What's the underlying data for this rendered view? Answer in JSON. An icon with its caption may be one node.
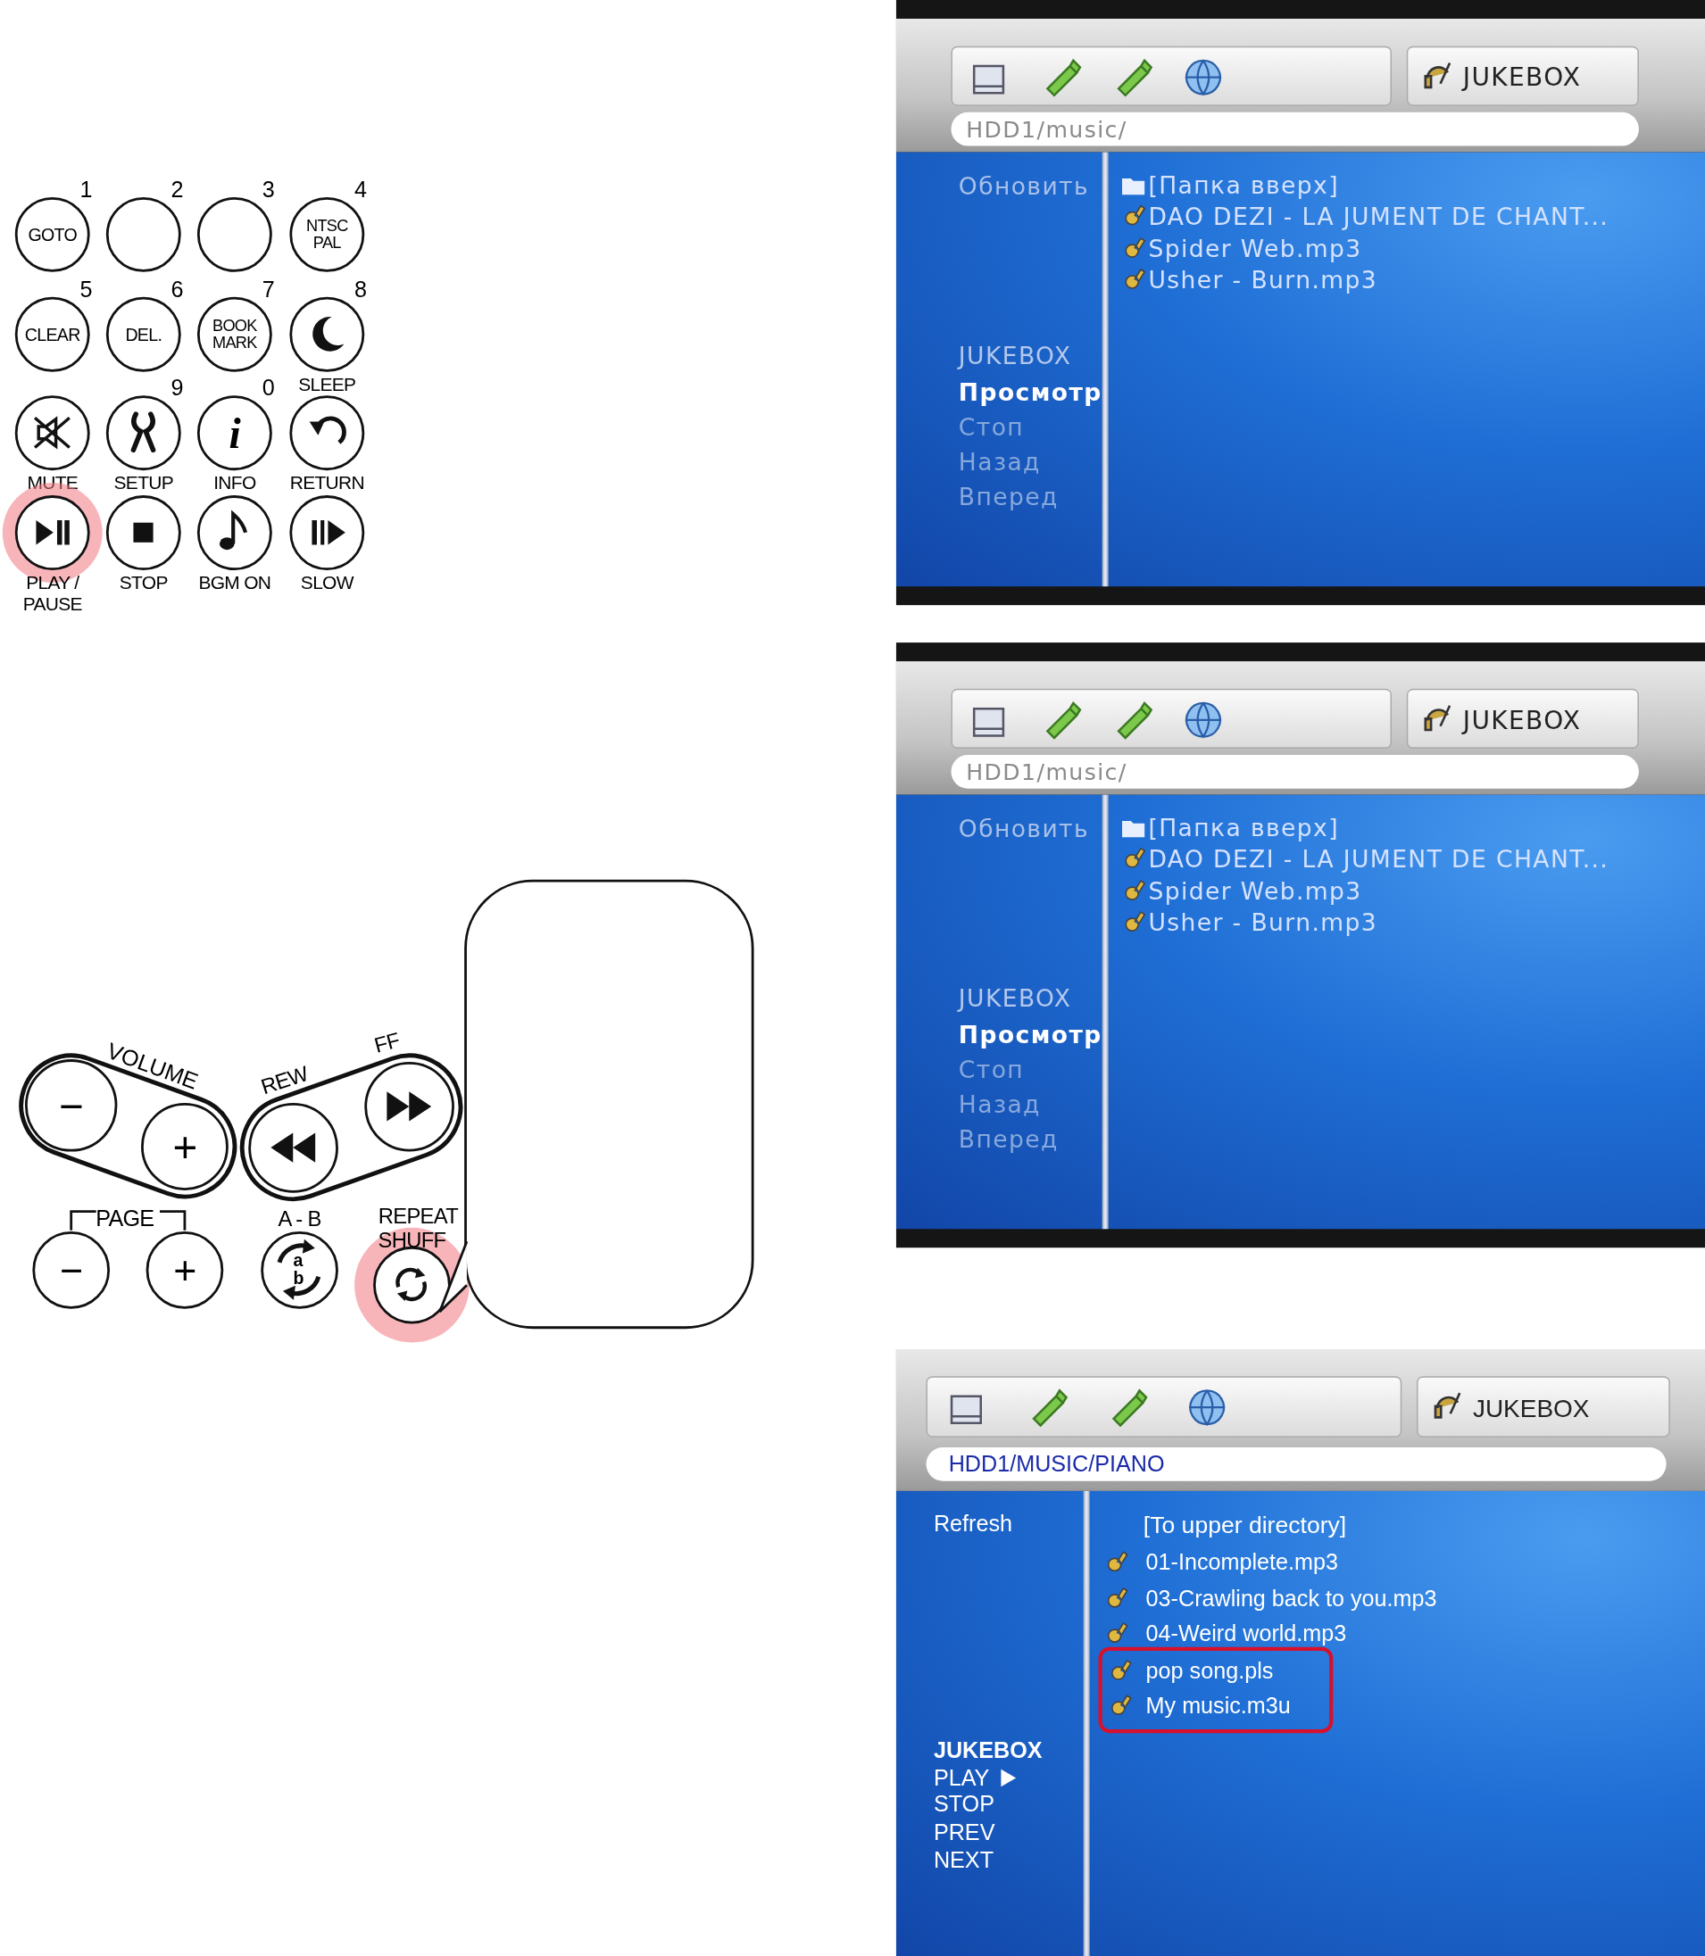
{
  "diagram": {
    "nodes": [
      {
        "text": [
          "GOTO"
        ],
        "beside": [
          "1"
        ]
      },
      {
        "text": [],
        "shape": "circle",
        "beside": [
          "2"
        ]
      },
      {
        "text": [],
        "shape": "circle",
        "beside": [
          "3"
        ]
      },
      {
        "text": [
          "NTSC PAL"
        ],
        "beside": [
          "4"
        ]
      },
      {
        "text": [
          "CLEAR"
        ],
        "beside": [
          "5"
        ]
      },
      {
        "text": [
          "DEL."
        ],
        "beside": [
          "6"
        ]
      },
      {
        "text": [
          "BOOK MARK"
        ],
        "beside": [
          "7"
        ]
      },
      {
        "text": [],
        "shape": "circle",
        "beside": [
          "8",
          "SLEEP"
        ]
      },
      {
        "text": [],
        "shape": "circle",
        "beside": [
          "MUTE"
        ]
      },
      {
        "text": [],
        "shape": "circle",
        "beside": [
          "9",
          "SETUP"
        ]
      },
      {
        "text": [
          "i"
        ],
        "beside": [
          "0",
          "INFO"
        ]
      },
      {
        "text": [],
        "shape": "circle",
        "beside": [
          "RETURN"
        ]
      },
      {
        "text": [],
        "shape": "circle",
        "beside": [
          "PLAY / PAUSE"
        ]
      },
      {
        "text": [],
        "shape": "circle",
        "beside": [
          "STOP"
        ]
      },
      {
        "text": [],
        "shape": "circle",
        "beside": [
          "BGM ON"
        ]
      },
      {
        "text": [],
        "shape": "circle",
        "beside": [
          "SLOW"
        ]
      },
      {
        "text": [
          "VOLUME"
        ]
      },
      {
        "text": [
          "−"
        ],
        "in": 16
      },
      {
        "text": [
          "+"
        ],
        "in": 16
      },
      {
        "text": [],
        "shape": "capsule"
      },
      {
        "text": [],
        "shape": "circle",
        "in": 19,
        "beside": [
          "REW"
        ]
      },
      {
        "text": [],
        "shape": "circle",
        "in": 19,
        "beside": [
          "FF"
        ]
      },
      {
        "text": [
          "−"
        ]
      },
      {
        "text": [
          "+"
        ]
      },
      {
        "text": [
          "a",
          "b"
        ],
        "beside": [
          "A - B"
        ]
      },
      {
        "text": [],
        "shape": "circle",
        "beside": [
          "REPEAT",
          "SHUFF"
        ]
      },
      {
        "text": [],
        "shape": "bubble"
      },
      {
        "text": [],
        "shape": "box"
      },
      {
        "text": [
          "JUKEBOX"
        ],
        "in": 27
      },
      {
        "text": [
          "HDD1/music/"
        ],
        "in": 27
      },
      {
        "text": [
          "Обновить"
        ],
        "in": 27
      },
      {
        "text": [
          "JUKEBOX",
          "Просмотр",
          "Стоп",
          "Назад",
          "Вперед"
        ],
        "in": 27
      },
      {
        "text": [
          "[Папка вверх]",
          "DAO DEZI - LA JUMENT DE CHANT...",
          "Spider Web.mp3",
          "Usher - Burn.mp3"
        ],
        "in": 27
      },
      {
        "text": [],
        "shape": "box"
      },
      {
        "text": [
          "JUKEBOX"
        ],
        "in": 33
      },
      {
        "text": [
          "HDD1/music/"
        ],
        "in": 33
      },
      {
        "text": [
          "Обновить"
        ],
        "in": 33
      },
      {
        "text": [
          "JUKEBOX",
          "Просмотр",
          "Стоп",
          "Назад",
          "Вперед"
        ],
        "in": 33
      },
      {
        "text": [
          "[Папка вверх]",
          "DAO DEZI - LA JUMENT DE CHANT...",
          "Spider Web.mp3",
          "Usher - Burn.mp3"
        ],
        "in": 33
      },
      {
        "text": [],
        "shape": "box"
      },
      {
        "text": [
          "JUKEBOX"
        ],
        "in": 39
      },
      {
        "text": [
          "HDD1/MUSIC/PIANO"
        ],
        "in": 39
      },
      {
        "text": [
          "Refresh"
        ],
        "in": 39
      },
      {
        "text": [
          "JUKEBOX",
          "PLAY",
          "STOP",
          "PREV",
          "NEXT"
        ],
        "in": 39
      },
      {
        "text": [
          "[To upper directory]",
          "01-Incomplete.mp3",
          "03-Crawling back to you.mp3",
          "04-Weird world.mp3"
        ],
        "in": 39
      },
      {
        "text": [
          "pop song.pls",
          "My music.m3u"
        ],
        "in": 44
      }
    ],
    "edges": [
      {
        "from": 26,
        "to": 25,
        "arrow": "none"
      }
    ],
    "labels": [
      "PAGE"
    ]
  }
}
